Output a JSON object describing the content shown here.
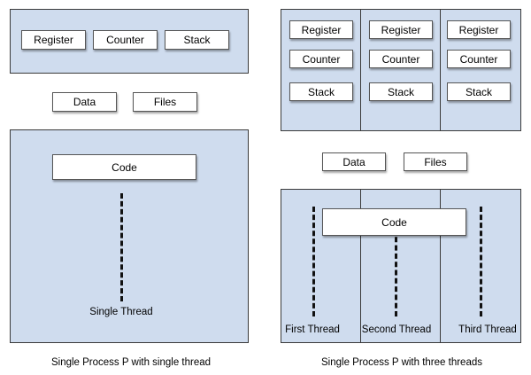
{
  "left": {
    "register": "Register",
    "counter": "Counter",
    "stack": "Stack",
    "data": "Data",
    "files": "Files",
    "code": "Code",
    "thread": "Single Thread",
    "caption": "Single Process P with single thread"
  },
  "right": {
    "columns": [
      {
        "register": "Register",
        "counter": "Counter",
        "stack": "Stack",
        "thread": "First Thread"
      },
      {
        "register": "Register",
        "counter": "Counter",
        "stack": "Stack",
        "thread": "Second Thread"
      },
      {
        "register": "Register",
        "counter": "Counter",
        "stack": "Stack",
        "thread": "Third Thread"
      }
    ],
    "data": "Data",
    "files": "Files",
    "code": "Code",
    "caption": "Single Process P with three threads"
  },
  "colors": {
    "panel_fill": "#cfdcee",
    "border": "#3a3a3a",
    "box_fill": "#ffffff"
  }
}
